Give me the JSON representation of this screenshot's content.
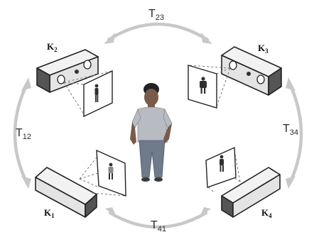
{
  "transforms": {
    "t23": {
      "base": "T",
      "sub": "23"
    },
    "t12": {
      "base": "T",
      "sub": "12"
    },
    "t34": {
      "base": "T",
      "sub": "34"
    },
    "t41": {
      "base": "T",
      "sub": "41"
    }
  },
  "cameras": {
    "k1": {
      "base": "K",
      "sub": "1"
    },
    "k2": {
      "base": "K",
      "sub": "2"
    },
    "k3": {
      "base": "K",
      "sub": "3"
    },
    "k4": {
      "base": "K",
      "sub": "4"
    }
  },
  "colors": {
    "arrow": "#c8c8c8",
    "camera_body": "#e4e4e4",
    "camera_dark": "#555555"
  }
}
